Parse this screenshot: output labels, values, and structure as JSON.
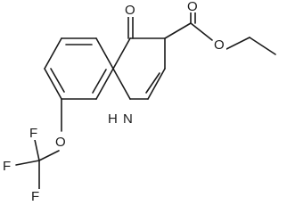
{
  "structure": {
    "atoms": {
      "o_ketone": "O",
      "o_carbonyl": "O",
      "o_ester": "O",
      "nh": "H",
      "n": "N",
      "o_ether": "O",
      "f_top": "F",
      "f_left": "F",
      "f_bottom": "F"
    },
    "ink_color": "#1a1a1a",
    "background_color": "#ffffff"
  }
}
